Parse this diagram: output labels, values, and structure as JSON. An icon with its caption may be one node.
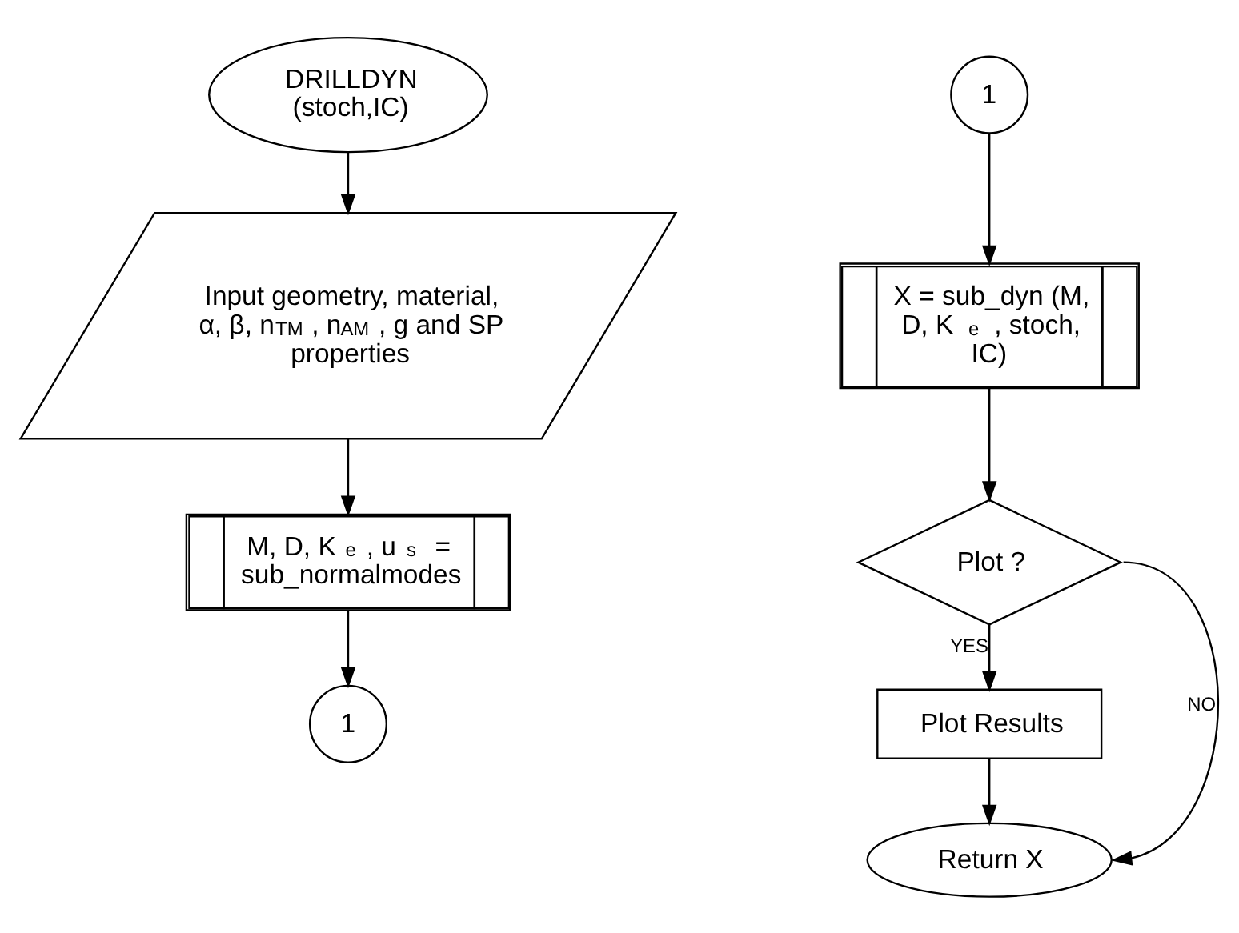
{
  "diagram": {
    "nodes": [
      {
        "text": [
          "DRILLDYN (stoch,IC)"
        ]
      },
      {
        "text": [
          "Input geometry, material, α, β, n$_{TM}$ , n$_{AM}$ , g and SP properties"
        ]
      },
      {
        "text": [
          "M, D, K$_{e}$, u$_{s}$ = sub_normalmodes"
        ]
      },
      {
        "text": [
          "1"
        ]
      },
      {
        "text": [
          "1"
        ]
      },
      {
        "text": [
          "X = sub_dyn (M, D, K$_{e}$, stoch, IC)"
        ]
      },
      {
        "text": [
          "Plot ?"
        ]
      },
      {
        "text": [
          "Plot Results"
        ]
      },
      {
        "text": [
          "Return X"
        ]
      }
    ],
    "edges": [
      {
        "from": 0,
        "to": 1,
        "arrow": "to"
      },
      {
        "from": 1,
        "to": 2,
        "arrow": "to"
      },
      {
        "from": 2,
        "to": 3,
        "arrow": "to"
      },
      {
        "from": 4,
        "to": 5,
        "arrow": "to"
      },
      {
        "from": 5,
        "to": 6,
        "arrow": "to"
      },
      {
        "from": 6,
        "to": 7,
        "arrow": "to",
        "label": "YES"
      },
      {
        "from": 7,
        "to": 8,
        "arrow": "to"
      },
      {
        "from": 6,
        "to": 8,
        "arrow": "to",
        "label": "NO"
      }
    ]
  }
}
